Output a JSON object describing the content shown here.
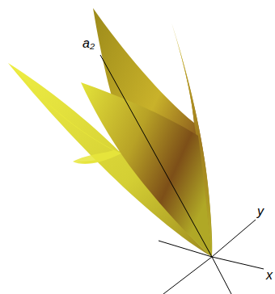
{
  "diagram": {
    "labels": [
      "a₂",
      "y",
      "x"
    ]
  }
}
